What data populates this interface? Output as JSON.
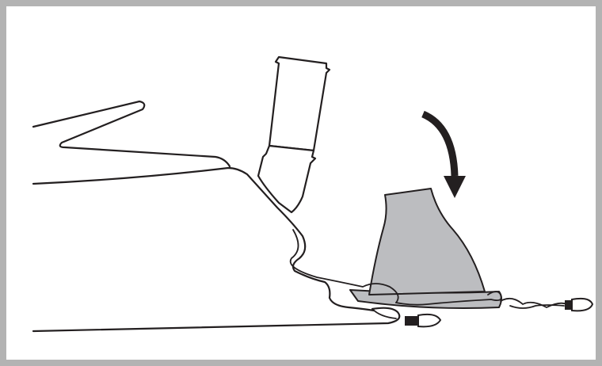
{
  "illustration": {
    "colors": {
      "border": "#b3b3b3",
      "outline": "#231f20",
      "fill_gray": "#bcbdc0",
      "background": "#ffffff"
    },
    "parts": {
      "arm": "patient-arm-outline",
      "catheter": "catheter-tube",
      "cover": "protective-cover",
      "cable": "cable",
      "plugs": [
        "plug-connector-left",
        "plug-connector-right"
      ],
      "arrow": "curved-down-arrow-icon"
    }
  }
}
